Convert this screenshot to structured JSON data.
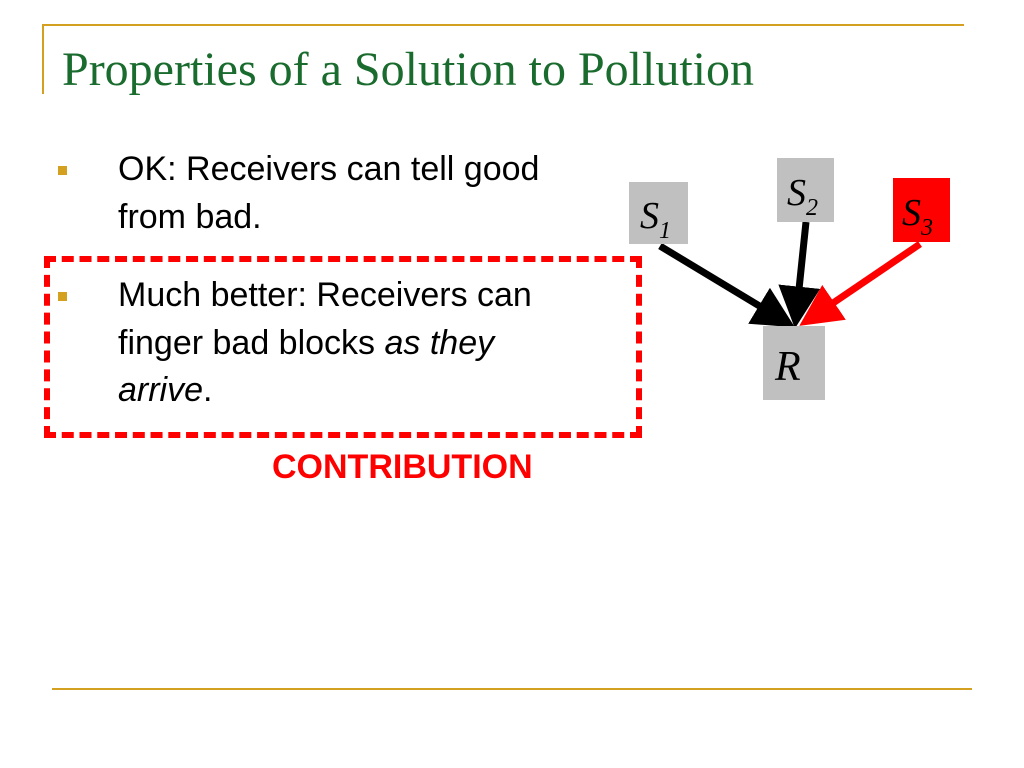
{
  "slide": {
    "title": "Properties of a Solution to Pollution",
    "bullets": [
      {
        "text": "OK: Receivers can tell good from bad."
      },
      {
        "text_before": "Much better: Receivers can finger bad blocks ",
        "text_italic": "as they arrive",
        "text_after": "."
      }
    ],
    "callout": "CONTRIBUTION"
  },
  "diagram": {
    "nodes": {
      "s1": {
        "main": "S",
        "sub": "1",
        "color": "#c0c0c0"
      },
      "s2": {
        "main": "S",
        "sub": "2",
        "color": "#c0c0c0"
      },
      "s3": {
        "main": "S",
        "sub": "3",
        "color": "#ff0000"
      },
      "r": {
        "main": "R",
        "color": "#c0c0c0"
      }
    },
    "edge_colors": {
      "normal": "#000000",
      "bad": "#ff0000"
    }
  },
  "colors": {
    "title": "#1a6b2e",
    "accent_gold": "#d4a020",
    "callout_red": "#ff0000"
  }
}
